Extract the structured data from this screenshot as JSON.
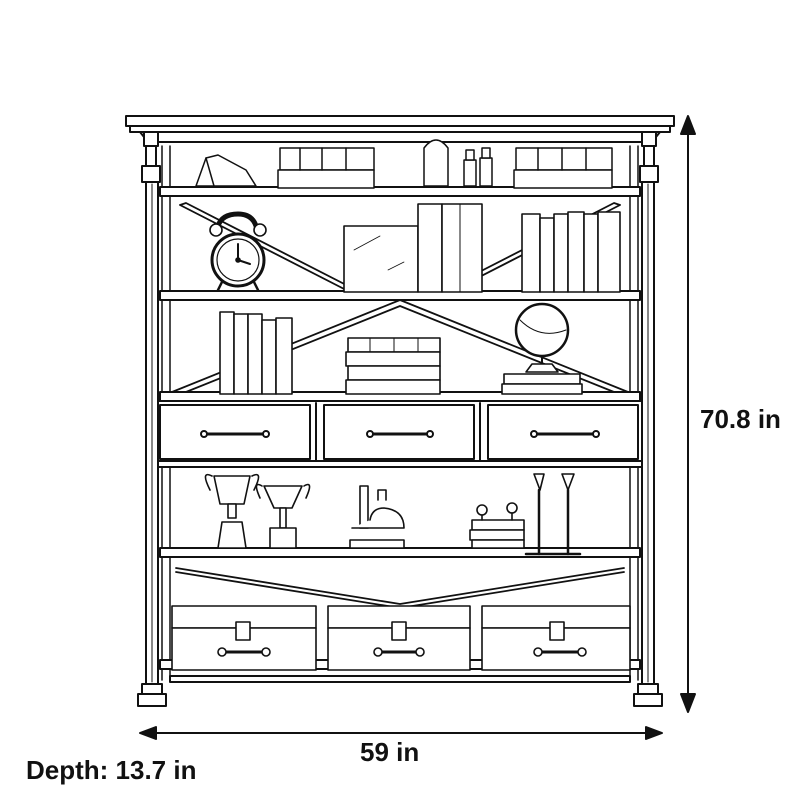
{
  "dimensions": {
    "height": "70.8 in",
    "width": "59 in",
    "depth": "Depth: 13.7 in"
  },
  "line_color": "#111111"
}
